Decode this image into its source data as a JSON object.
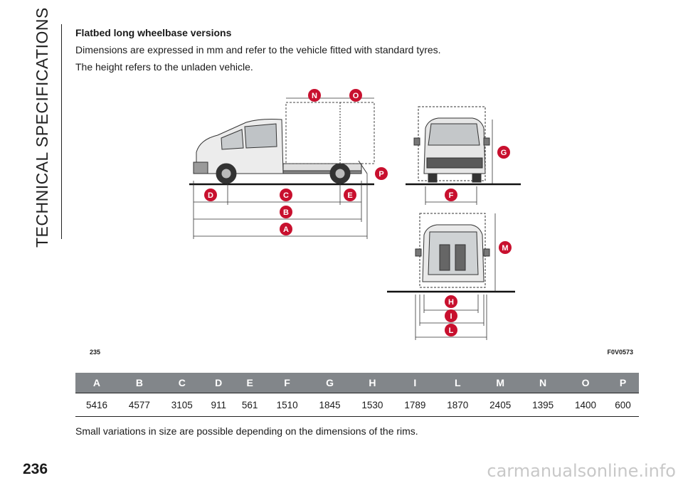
{
  "section_label": "TECHNICAL SPECIFICATIONS",
  "heading": "Flatbed long wheelbase versions",
  "paragraphs": [
    "Dimensions are expressed in mm and refer to the vehicle fitted with standard tyres.",
    "The height refers to the unladen vehicle."
  ],
  "figure": {
    "number": "235",
    "code": "F0V0573",
    "labels": [
      "N",
      "O",
      "P",
      "D",
      "C",
      "E",
      "B",
      "A",
      "G",
      "F",
      "M",
      "H",
      "I",
      "L"
    ]
  },
  "table": {
    "headers": [
      "A",
      "B",
      "C",
      "D",
      "E",
      "F",
      "G",
      "H",
      "I",
      "L",
      "M",
      "N",
      "O",
      "P"
    ],
    "values": [
      "5416",
      "4577",
      "3105",
      "911",
      "561",
      "1510",
      "1845",
      "1530",
      "1789",
      "1870",
      "2405",
      "1395",
      "1400",
      "600"
    ]
  },
  "note": "Small variations in size are possible depending on the dimensions of the rims.",
  "page_number": "236",
  "watermark": "carmanualsonline.info",
  "colors": {
    "badge": "#c8102e",
    "table_header": "#82868a"
  }
}
